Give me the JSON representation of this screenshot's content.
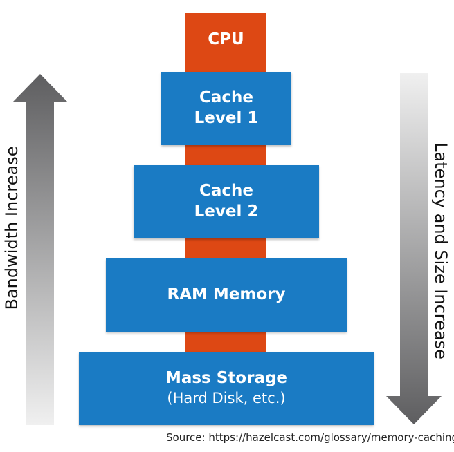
{
  "diagram": {
    "cpu": "CPU",
    "levels": [
      {
        "line1": "Cache",
        "line2": "Level 1"
      },
      {
        "line1": "Cache",
        "line2": "Level 2"
      },
      {
        "line1": "RAM Memory"
      },
      {
        "line1": "Mass Storage",
        "line2": "(Hard Disk, etc.)"
      }
    ],
    "left_arrow_label": "Bandwidth Increase",
    "right_arrow_label": "Latency and Size Increase",
    "source": "Source: https://hazelcast.com/glossary/memory-caching/"
  },
  "colors": {
    "cpu": "#dd4814",
    "block": "#1a7bc4",
    "arrow_dark": "#5e5e60",
    "arrow_light": "#ededed"
  }
}
